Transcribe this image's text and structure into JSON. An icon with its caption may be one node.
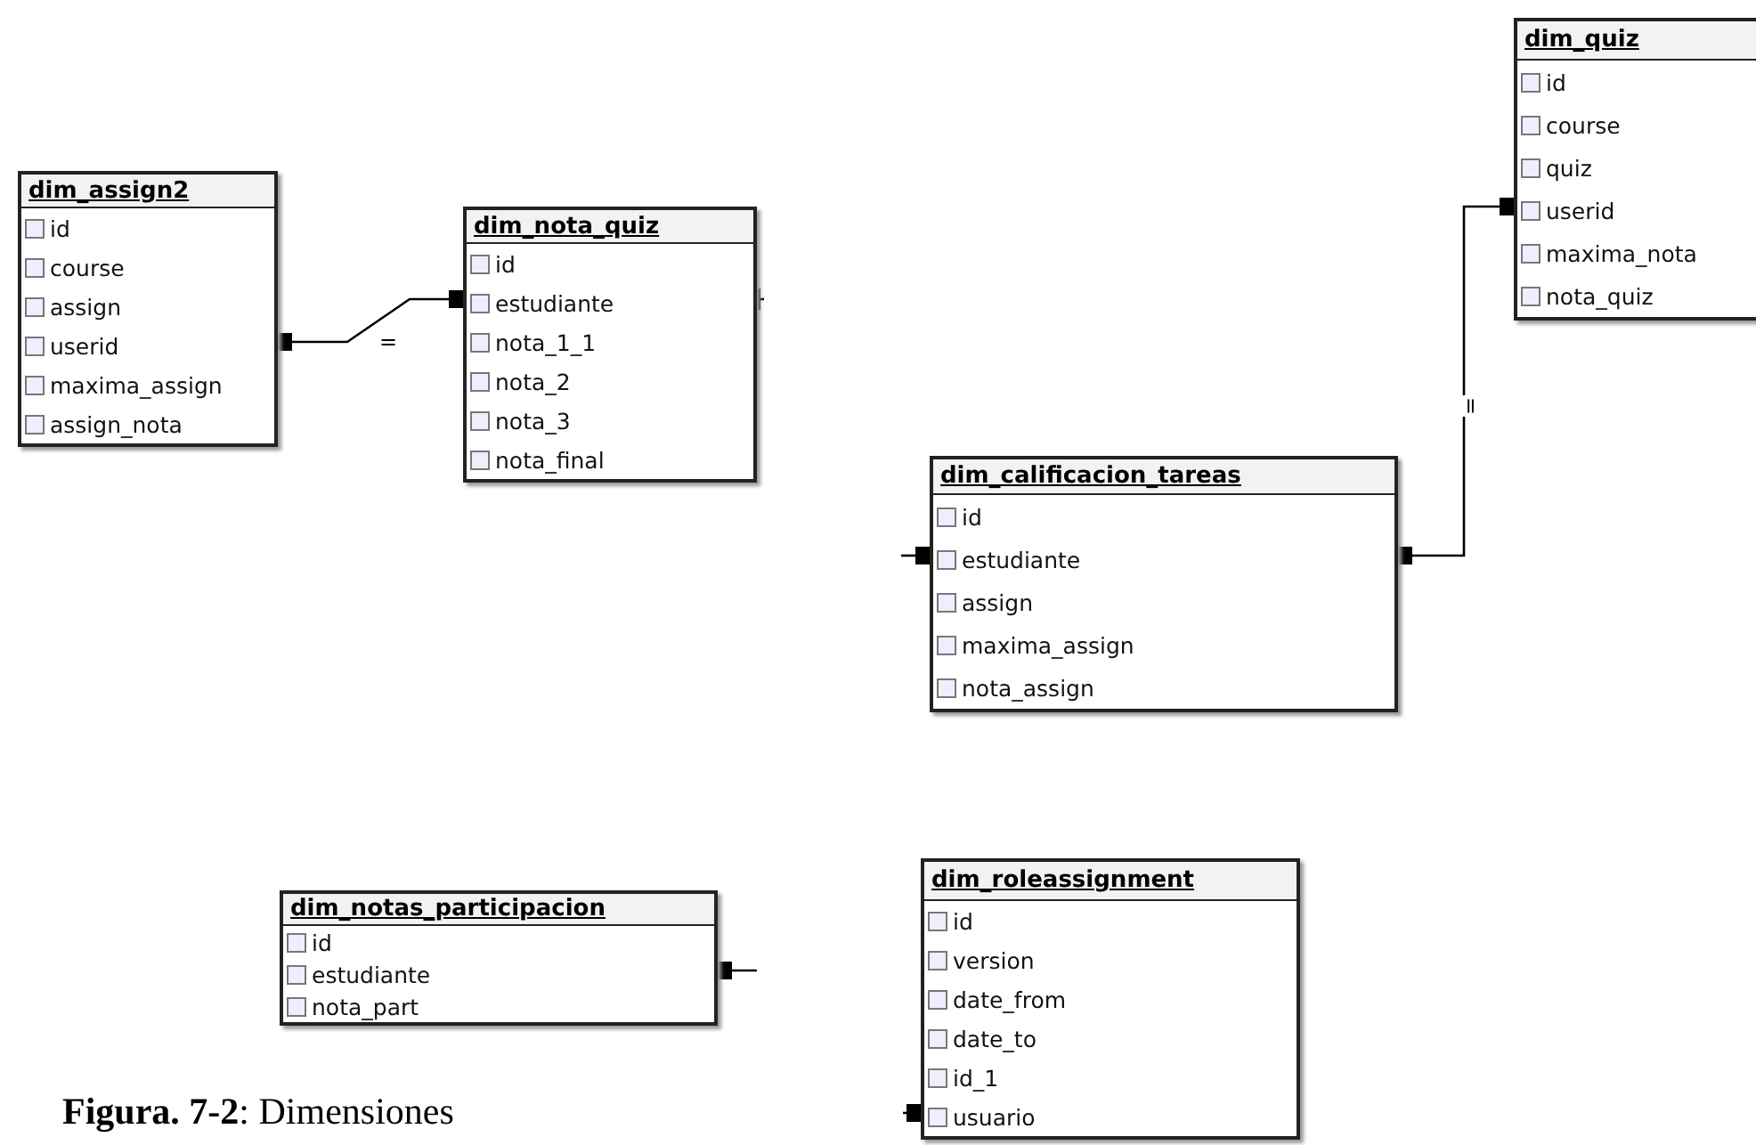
{
  "diagram": {
    "caption": "**Figura. 7-2**: Dimensiones",
    "nodes": [
      {
        "text": [
          "dim_assign2",
          "id",
          "course",
          "assign",
          "userid",
          "maxima_assign",
          "assign_nota"
        ]
      },
      {
        "text": [
          "dim_nota_quiz",
          "id",
          "estudiante",
          "nota_1_1",
          "nota_2",
          "nota_3",
          "nota_final"
        ]
      },
      {
        "text": [
          "dim_quiz",
          "id",
          "course",
          "quiz",
          "userid",
          "maxima_nota",
          "nota_quiz"
        ]
      },
      {
        "text": [
          "dim_calificacion_tareas",
          "id",
          "estudiante",
          "assign",
          "maxima_assign",
          "nota_assign"
        ]
      },
      {
        "text": [
          "dim_notas_participacion",
          "id",
          "estudiante",
          "nota_part"
        ]
      },
      {
        "text": [
          "dim_roleassignment",
          "id",
          "version",
          "date_from",
          "date_to",
          "id_1",
          "usuario"
        ]
      }
    ],
    "edges": [
      {
        "from": 0,
        "to": 1,
        "arrow": "other",
        "label": "="
      },
      {
        "from": 3,
        "to": 2,
        "arrow": "other",
        "label": "="
      },
      {
        "from": 1,
        "to": null,
        "arrow": "other"
      },
      {
        "from": 3,
        "to": null,
        "arrow": "other"
      },
      {
        "from": 4,
        "to": null,
        "arrow": "other"
      },
      {
        "from": 5,
        "to": null,
        "arrow": "other"
      }
    ]
  }
}
